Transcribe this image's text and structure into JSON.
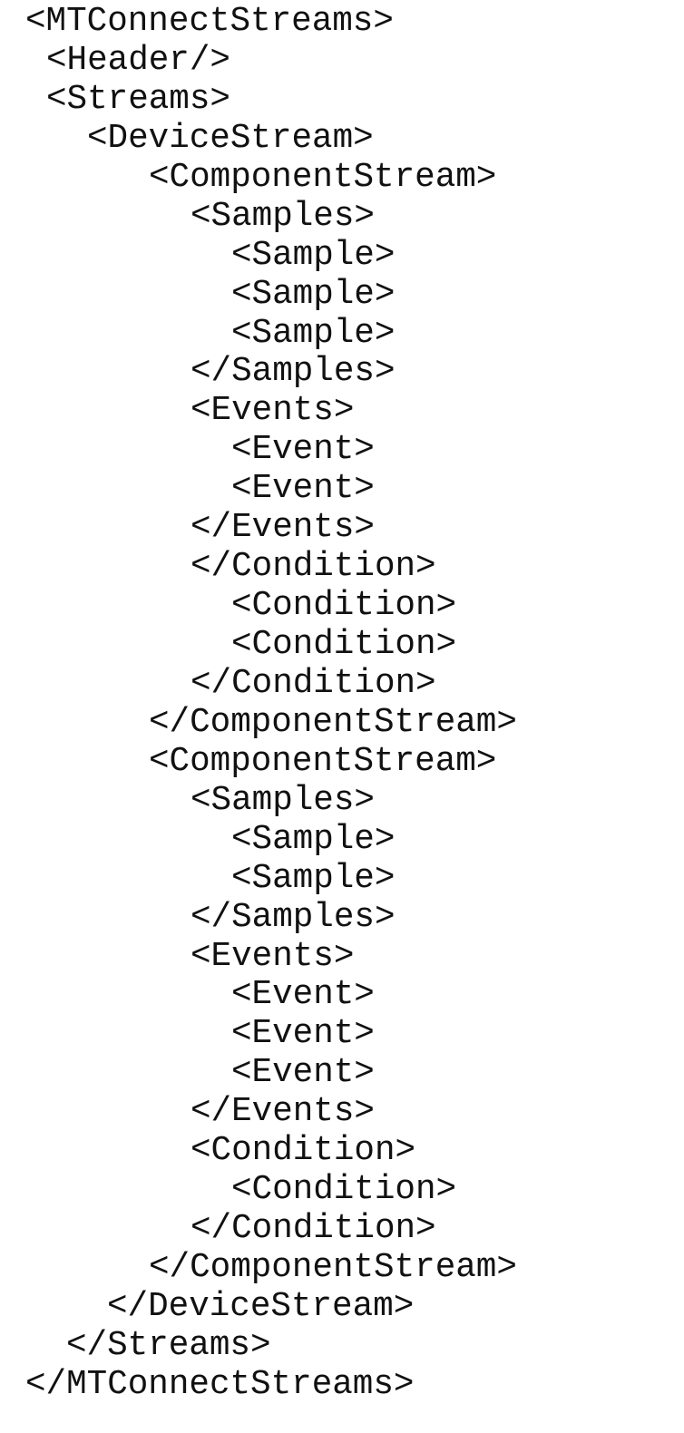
{
  "document": {
    "lines": [
      "<MTConnectStreams>",
      "<Header/>",
      "<Streams>",
      "<DeviceStream>",
      "<ComponentStream>",
      "<Samples>",
      "<Sample>",
      "<Sample>",
      "<Sample>",
      "</Samples>",
      "<Events>",
      "<Event>",
      "<Event>",
      "</Events>",
      "</Condition>",
      "<Condition>",
      "<Condition>",
      "</Condition>",
      "</ComponentStream>",
      "<ComponentStream>",
      "<Samples>",
      "<Sample>",
      "<Sample>",
      "</Samples>",
      "<Events>",
      "<Event>",
      "<Event>",
      "<Event>",
      "</Events>",
      "<Condition>",
      "<Condition>",
      "</Condition>",
      "</ComponentStream>",
      "</DeviceStream>",
      "</Streams>",
      "</MTConnectStreams>"
    ]
  }
}
